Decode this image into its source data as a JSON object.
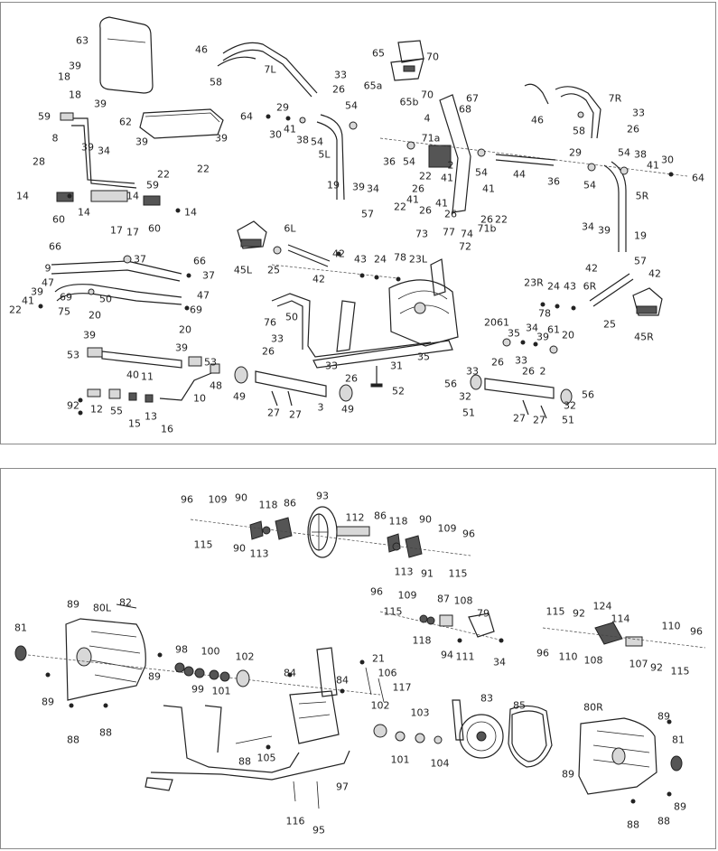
{
  "top_labels": {
    "l63": "63",
    "l18a": "18",
    "l39a": "39",
    "l18b": "18",
    "l39b": "39",
    "l46a": "46",
    "l7L": "7L",
    "l58a": "58",
    "l33a": "33",
    "l26a": "26",
    "l65": "65",
    "l70a": "70",
    "l65a": "65a",
    "l70b": "70",
    "l65b": "65b",
    "l59a": "59",
    "l62": "62",
    "l39c": "39",
    "l39d": "39",
    "l22a": "22",
    "l22b": "22",
    "l8": "8",
    "l39e": "39",
    "l34a": "34",
    "l28": "28",
    "l59b": "59",
    "l14a": "14",
    "l14b": "14",
    "l14c": "14",
    "l14d": "14",
    "l60a": "60",
    "l60b": "60",
    "l17a": "17",
    "l17b": "17",
    "l64a": "64",
    "l29a": "29",
    "l30a": "30",
    "l41a": "41",
    "l38a": "38",
    "l54a": "54",
    "l54b": "54",
    "l5L": "5L",
    "l36a": "36",
    "l54c": "54",
    "l4": "4",
    "l67": "67",
    "l68": "68",
    "l71a": "71a",
    "l2a": "2",
    "l22c": "22",
    "l41b": "41",
    "l26b": "26",
    "l22d": "22",
    "l41c": "41",
    "l26c": "26",
    "l41d": "41",
    "l26d": "26",
    "l22e": "22",
    "l71b": "71b",
    "l73": "73",
    "l77": "77",
    "l74": "74",
    "l72": "72",
    "l54d": "54",
    "l44": "44",
    "l36b": "36",
    "l54e": "54",
    "l46b": "46",
    "l7R": "7R",
    "l58b": "58",
    "l33b": "33",
    "l26e": "26",
    "l29b": "29",
    "l54f": "54",
    "l38b": "38",
    "l41e": "41",
    "l30b": "30",
    "l64b": "64",
    "l5R": "5R",
    "l19a": "19",
    "l39f": "39",
    "l34b": "34",
    "l57a": "57",
    "l66a": "66",
    "l37a": "37",
    "l66b": "66",
    "l37b": "37",
    "l9": "9",
    "l47a": "47",
    "l47b": "47",
    "l39g": "39",
    "l69a": "69",
    "l50a": "50",
    "l41f": "41",
    "l69b": "69",
    "l22f": "22",
    "l75": "75",
    "l45L": "45L",
    "l25a": "25",
    "l6L": "6L",
    "l42a": "42",
    "l42b": "42",
    "l43a": "43",
    "l24a": "24",
    "l78a": "78",
    "l23L": "23L",
    "l34c": "34",
    "l39h": "39",
    "l19b": "19",
    "l57b": "57",
    "l42c": "42",
    "l42d": "42",
    "l23R": "23R",
    "l24b": "24",
    "l43b": "43",
    "l6R": "6R",
    "l78b": "78",
    "l25b": "25",
    "l45R": "45R",
    "l76": "76",
    "l50b": "50",
    "l33c": "33",
    "l26f": "26",
    "l20a": "20",
    "l20b": "20",
    "l39i": "39",
    "l39j": "39",
    "l53a": "53",
    "l53b": "53",
    "l40": "40",
    "l11": "11",
    "l33d": "33",
    "l26g": "26",
    "l31": "31",
    "l35": "35",
    "l49a": "49",
    "l49b": "49",
    "l3": "3",
    "l27a": "27",
    "l27b": "27",
    "l52": "52",
    "l92a": "92",
    "l12": "12",
    "l55": "55",
    "l15": "15",
    "l13": "13",
    "l16": "16",
    "l10": "10",
    "l48": "48",
    "l20c": "20",
    "l61a": "61",
    "l35b": "35",
    "l34d": "34",
    "l39k": "39",
    "l61b": "61",
    "l20d": "20",
    "l33e": "33",
    "l26h": "26",
    "l33f": "33",
    "l26i": "26",
    "l2": "2",
    "l56a": "56",
    "l32a": "32",
    "l56b": "56",
    "l32b": "32",
    "l51a": "51",
    "l27c": "27",
    "l27d": "27",
    "l51b": "51"
  },
  "bottom_labels": {
    "b96a": "96",
    "b109a": "109",
    "b90a": "90",
    "b118a": "118",
    "b86a": "86",
    "b93": "93",
    "b115a": "115",
    "b90b": "90",
    "b113a": "113",
    "b112": "112",
    "b86b": "86",
    "b118b": "118",
    "b90c": "90",
    "b109b": "109",
    "b96b": "96",
    "b113b": "113",
    "b91": "91",
    "b115b": "115",
    "b96c": "96",
    "b109c": "109",
    "b87": "87",
    "b108a": "108",
    "b79": "79",
    "b115c": "115",
    "b118c": "118",
    "b94": "94",
    "b111": "111",
    "b34": "34",
    "b115d": "115",
    "b92a": "92",
    "b124": "124",
    "b114": "114",
    "b110a": "110",
    "b96d": "96",
    "b96e": "96",
    "b110b": "110",
    "b108b": "108",
    "b107": "107",
    "b92b": "92",
    "b115e": "115",
    "b89a": "89",
    "b80L": "80L",
    "b82": "82",
    "b81a": "81",
    "b89b": "89",
    "b89c": "89",
    "b88a": "88",
    "b88b": "88",
    "b98": "98",
    "b100": "100",
    "b99": "99",
    "b101a": "101",
    "b102a": "102",
    "b84a": "84",
    "b84b": "84",
    "b21": "21",
    "b106": "106",
    "b117": "117",
    "b88c": "88",
    "b105": "105",
    "b102b": "102",
    "b103": "103",
    "b101b": "101",
    "b104": "104",
    "b83": "83",
    "b85": "85",
    "b97": "97",
    "b116": "116",
    "b95": "95",
    "b80R": "80R",
    "b89d": "89",
    "b81b": "81",
    "b89e": "89",
    "b89f": "89",
    "b88d": "88",
    "b88e": "88"
  }
}
